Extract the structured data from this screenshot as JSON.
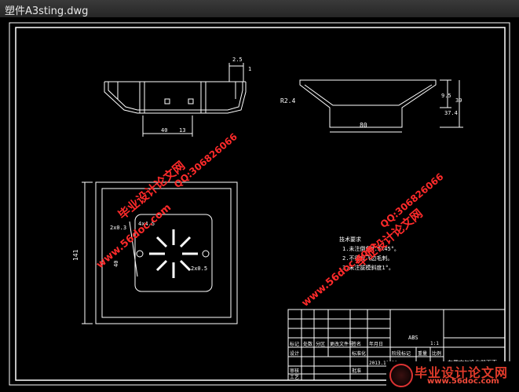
{
  "window": {
    "title": "塑件A3sting.dwg"
  },
  "drawing": {
    "top_view_dims": {
      "d1": "2.5",
      "d2": "1",
      "d3": "40",
      "d4": "13"
    },
    "side_view_dims": {
      "r": "R2.4",
      "h1": "9.5",
      "h2": "37.4",
      "h3": "39",
      "w": "80"
    },
    "plan_dims": {
      "overall": "141",
      "hole": "4x4.5",
      "a": "40",
      "b": "2x0.3",
      "c": "2x0.5"
    },
    "notes": [
      "技术要求",
      "1.未注倒角0.5x45°。",
      "2.不得有飞边毛刺。",
      "3.未注拔模斜度1°。"
    ],
    "title_block": {
      "material": "ABS",
      "part_name": "车载空气净化器下壳",
      "scale": "1:1",
      "date": "2013.11.28",
      "labels": [
        "标记",
        "处数",
        "分区",
        "更改文件号",
        "签名",
        "年月日",
        "设计",
        "标准化",
        "阶段标记",
        "重量",
        "比例",
        "审核",
        "工艺",
        "批准"
      ]
    }
  },
  "watermarks": {
    "site_cn": "毕业设计论文网",
    "site_url": "www.56doc.com",
    "qq": "QQ:306826066"
  },
  "logo": {
    "cn": "毕业设计论文网",
    "url": "www.56doc.com"
  }
}
